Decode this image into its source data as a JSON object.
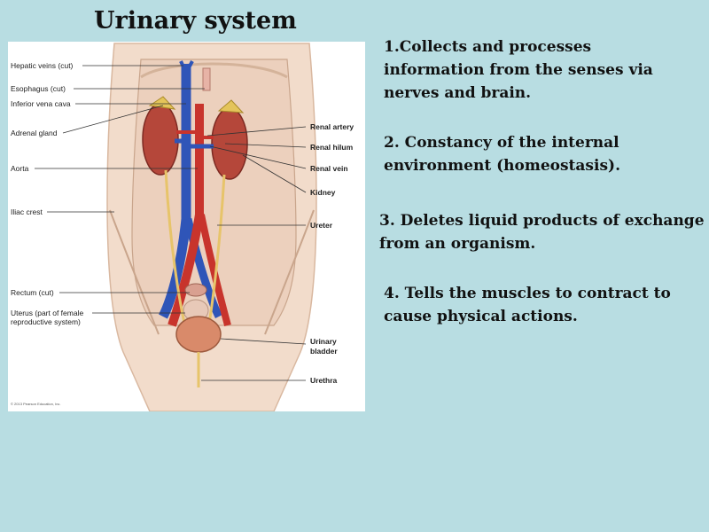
{
  "title": "Urinary system",
  "figure": {
    "left_labels": {
      "hepatic_veins": "Hepatic veins (cut)",
      "esophagus": "Esophagus (cut)",
      "inferior_vena_cava": "Inferior vena cava",
      "adrenal_gland": "Adrenal gland",
      "aorta": "Aorta",
      "iliac_crest": "Iliac crest",
      "rectum": "Rectum (cut)",
      "uterus_line1": "Uterus (part of female",
      "uterus_line2": "reproductive system)"
    },
    "right_labels": {
      "renal_artery": "Renal artery",
      "renal_hilum": "Renal hilum",
      "renal_vein": "Renal vein",
      "kidney": "Kidney",
      "ureter": "Ureter",
      "urinary_bladder_line1": "Urinary",
      "urinary_bladder_line2": "bladder",
      "urethra": "Urethra"
    },
    "credit": "© 2013 Pearson Education, Inc."
  },
  "points": {
    "p1_line1": "1.Collects and processes",
    "p1_line2": "information from the senses via",
    "p1_line3": "nerves and brain.",
    "p2_line1": "2. Constancy of the internal",
    "p2_line2": "environment (homeostasis).",
    "p3_line1": "3. Deletes liquid products of exchange",
    "p3_line2": "from an organism.",
    "p4_line1": "4. Tells the muscles to contract to",
    "p4_line2": "cause physical actions."
  }
}
